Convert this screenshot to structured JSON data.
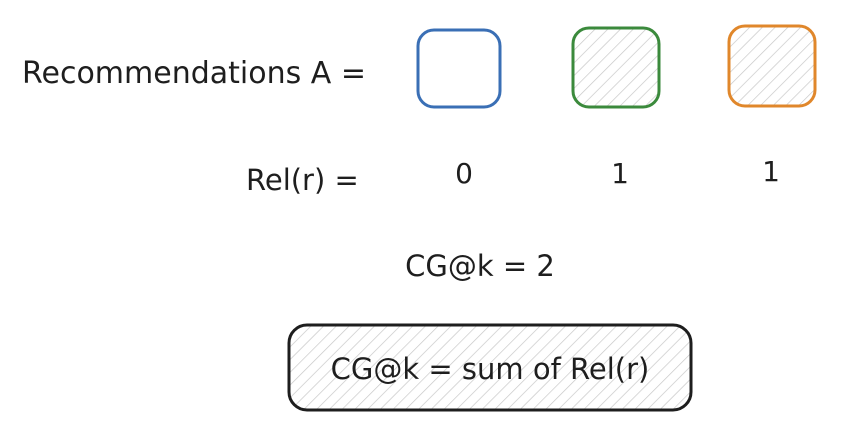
{
  "recommendations_label": "Recommendations A =",
  "rel_label": "Rel(r) =",
  "items": [
    {
      "rel": "0",
      "stroke": "#3a6fb5",
      "hatched": false
    },
    {
      "rel": "1",
      "stroke": "#3b8a3c",
      "hatched": true
    },
    {
      "rel": "1",
      "stroke": "#e0872b",
      "hatched": true
    }
  ],
  "cg_result": "CG@k = 2",
  "formula": "CG@k = sum of Rel(r)",
  "colors": {
    "ink": "#1e1e1e",
    "hatch": "#c8c8c8"
  }
}
